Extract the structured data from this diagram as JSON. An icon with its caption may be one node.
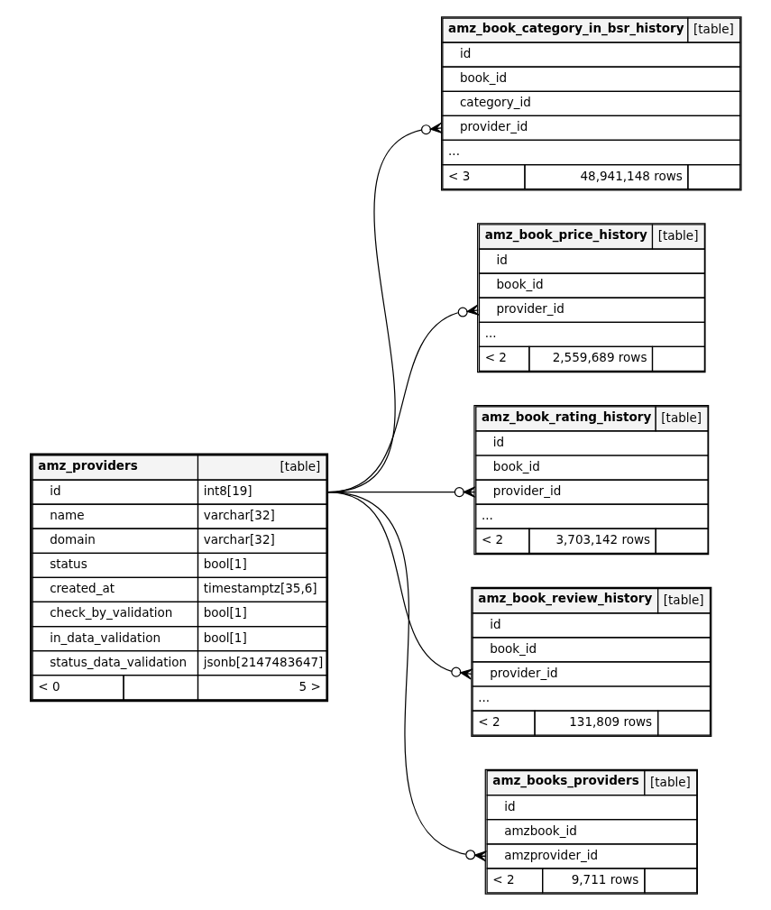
{
  "diagram": {
    "nodes": [
      {
        "text": [
          "amz_providers",
          "[table]",
          "id",
          "int8[19]",
          "name",
          "varchar[32]",
          "domain",
          "varchar[32]",
          "status",
          "bool[1]",
          "created_at",
          "timestamptz[35,6]",
          "check_by_validation",
          "bool[1]",
          "in_data_validation",
          "bool[1]",
          "status_data_validation",
          "jsonb[2147483647]",
          "< 0",
          "5 >"
        ]
      },
      {
        "text": [
          "amz_book_category_in_bsr_history",
          "[table]",
          "id",
          "book_id",
          "category_id",
          "provider_id",
          "...",
          "< 3",
          "48,941,148 rows"
        ]
      },
      {
        "text": [
          "amz_book_price_history",
          "[table]",
          "id",
          "book_id",
          "provider_id",
          "...",
          "< 2",
          "2,559,689 rows"
        ]
      },
      {
        "text": [
          "amz_book_rating_history",
          "[table]",
          "id",
          "book_id",
          "provider_id",
          "...",
          "< 2",
          "3,703,142 rows"
        ]
      },
      {
        "text": [
          "amz_book_review_history",
          "[table]",
          "id",
          "book_id",
          "provider_id",
          "...",
          "< 2",
          "131,809 rows"
        ]
      },
      {
        "text": [
          "amz_books_providers",
          "[table]",
          "id",
          "amzbook_id",
          "amzprovider_id",
          "< 2",
          "9,711 rows"
        ]
      }
    ],
    "edges": [
      {
        "from": 0,
        "to": 1,
        "arrow": "other"
      },
      {
        "from": 0,
        "to": 2,
        "arrow": "other"
      },
      {
        "from": 0,
        "to": 3,
        "arrow": "other"
      },
      {
        "from": 0,
        "to": 4,
        "arrow": "other"
      },
      {
        "from": 0,
        "to": 5,
        "arrow": "other"
      }
    ]
  }
}
